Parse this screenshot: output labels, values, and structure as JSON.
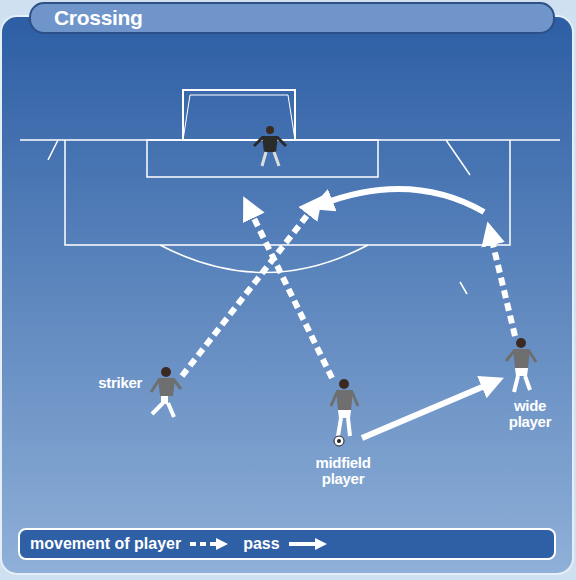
{
  "diagram": {
    "title": "Crossing",
    "labels": [
      "striker",
      "midfield player",
      "wide player"
    ],
    "legend": [
      {
        "text": "movement of player"
      },
      {
        "text": "pass"
      }
    ]
  }
}
